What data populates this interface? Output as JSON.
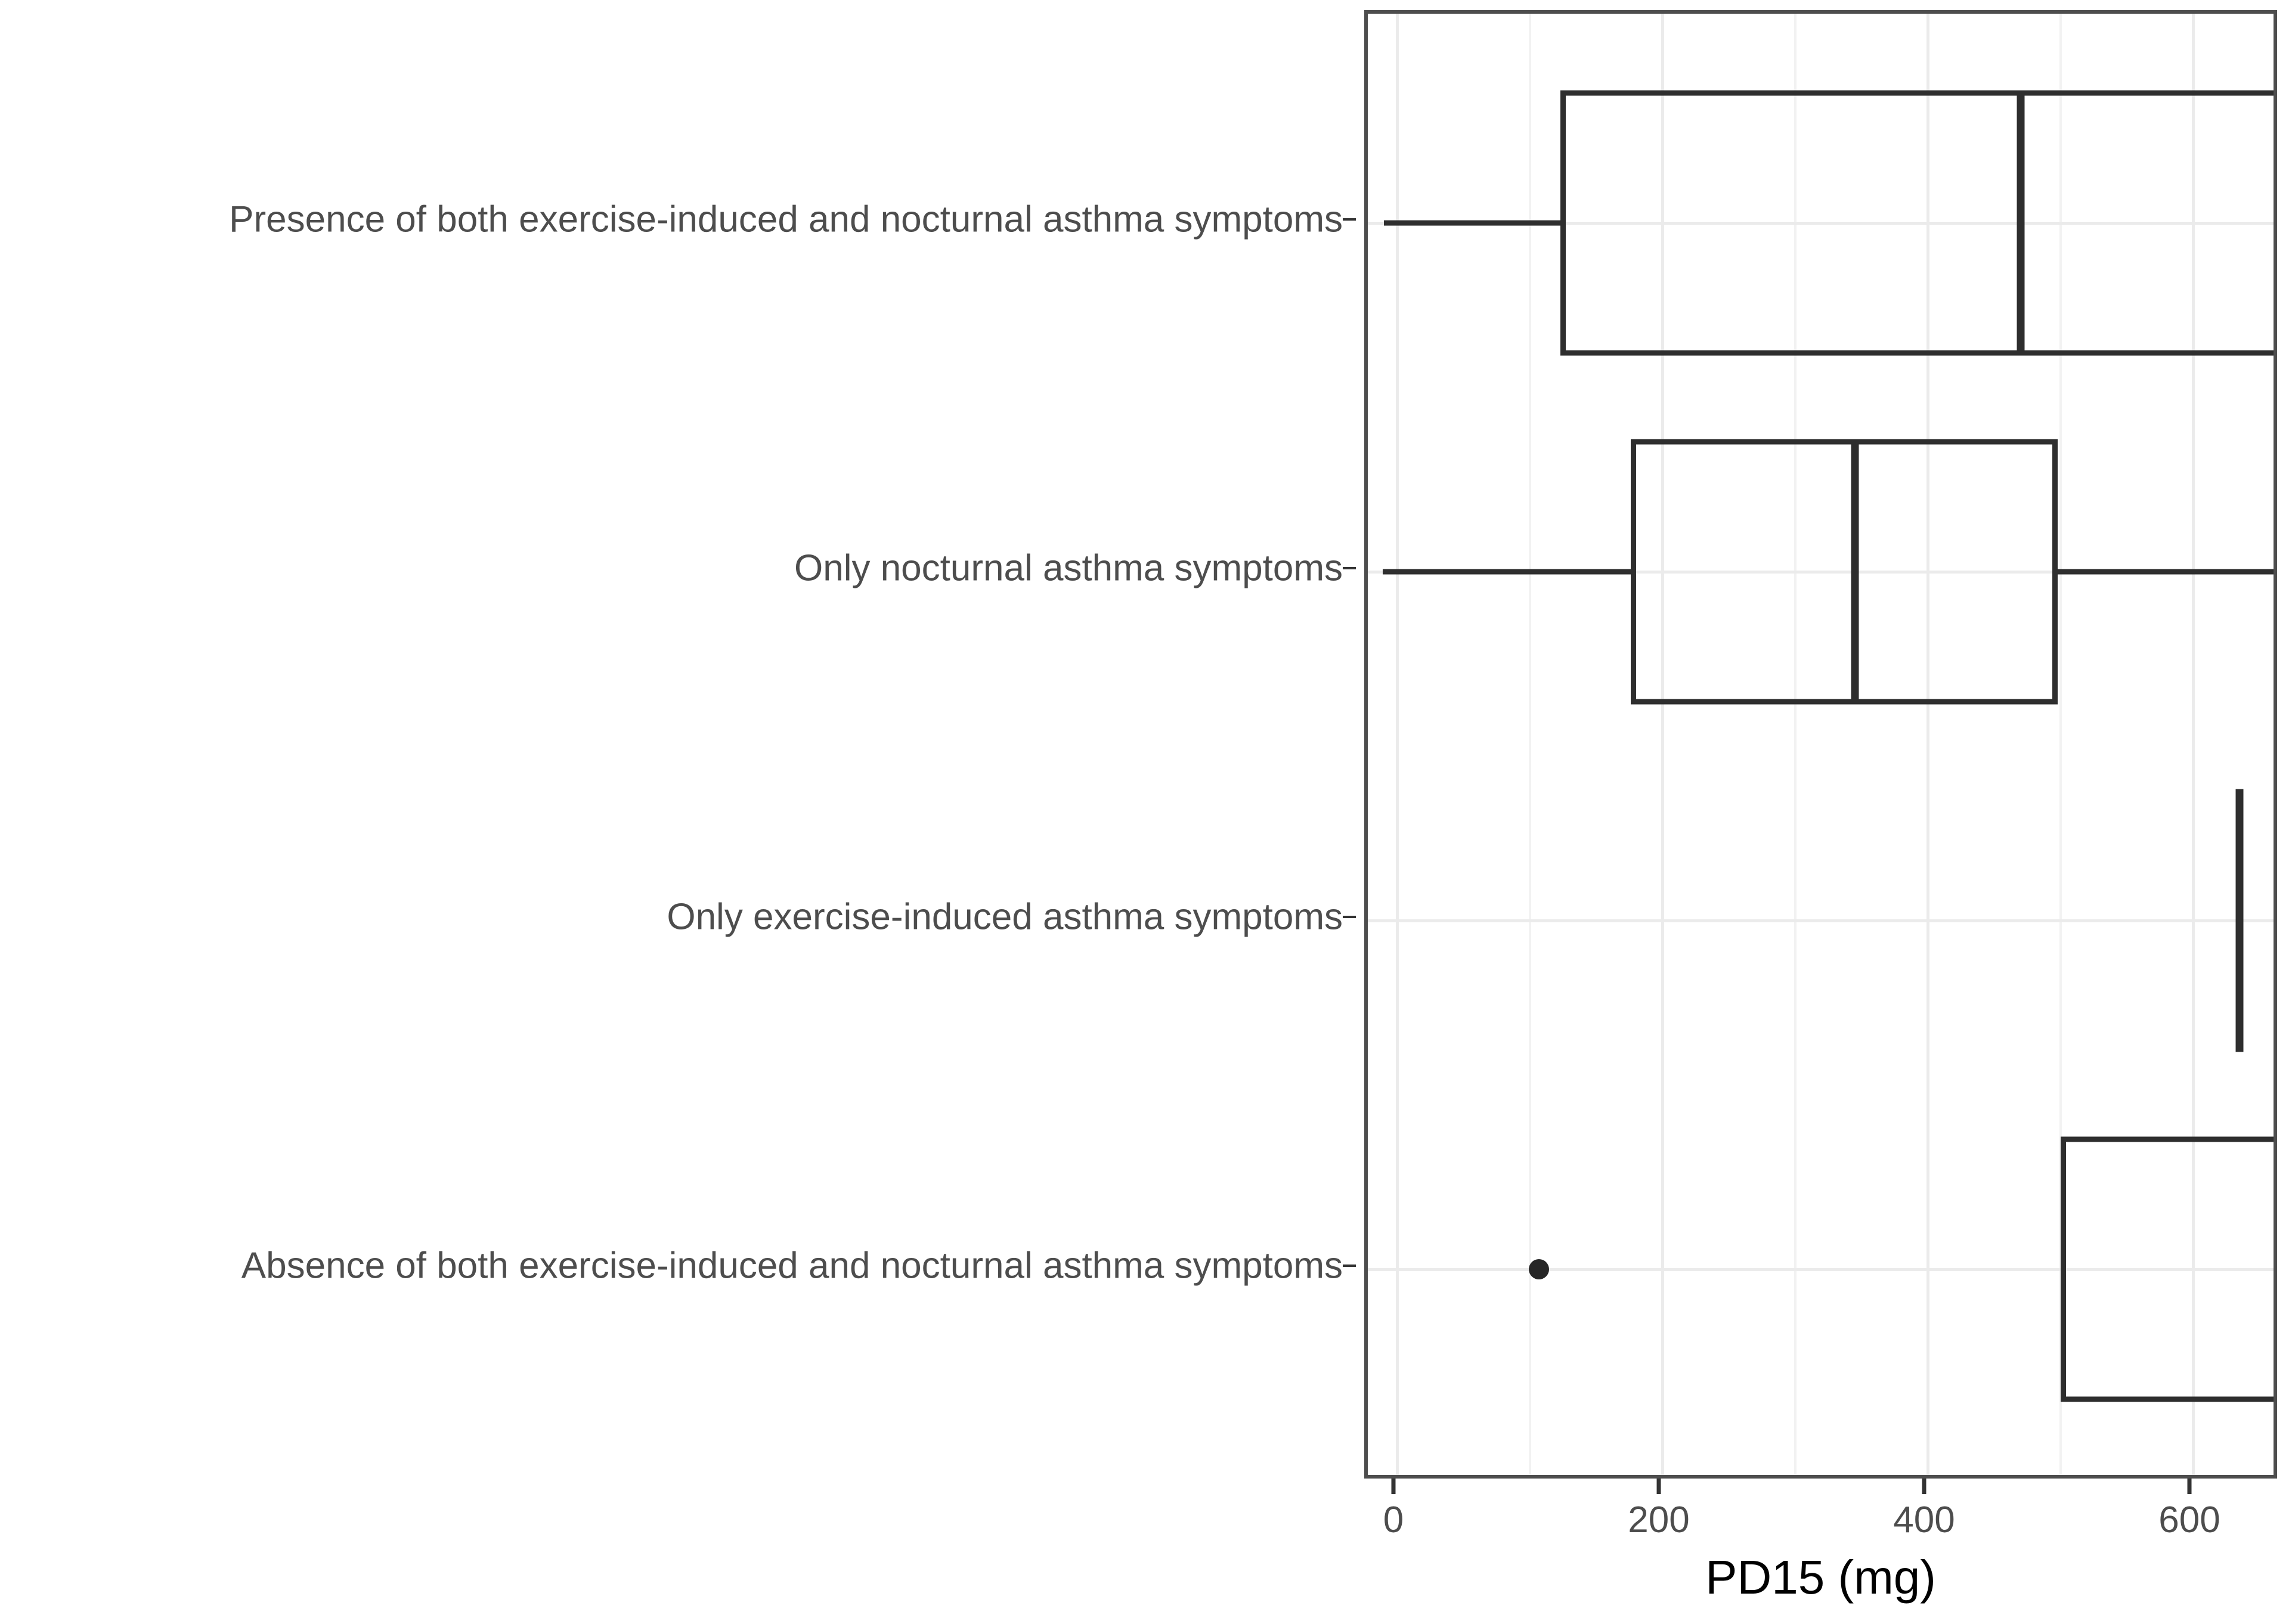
{
  "chart_data": {
    "type": "boxplot",
    "title": "",
    "subtitle": "",
    "xlabel": "PD15 (mg)",
    "ylabel": "",
    "orientation": "horizontal",
    "grid": true,
    "legend": "none",
    "xlim": [
      -22,
      666
    ],
    "x_ticks": [
      {
        "value": 0,
        "label": "0"
      },
      {
        "value": 200,
        "label": "200"
      },
      {
        "value": 400,
        "label": "400"
      },
      {
        "value": 600,
        "label": "600"
      }
    ],
    "x_minor_gridlines": [
      100,
      300,
      500
    ],
    "categories": [
      "Presence of both exercise-induced and nocturnal asthma symptoms",
      "Only nocturnal asthma symptoms",
      "Only exercise-induced asthma symptoms",
      "Absence of both exercise-induced and nocturnal asthma symptoms"
    ],
    "boxes": [
      {
        "category": "Presence of both exercise-induced and nocturnal asthma symptoms",
        "whisker_low": -10,
        "q1": 123,
        "median": 470,
        "q3": 666,
        "whisker_high": 666,
        "degenerate": false,
        "outliers": []
      },
      {
        "category": "Only nocturnal asthma symptoms",
        "whisker_low": -11,
        "q1": 176,
        "median": 345,
        "q3": 498,
        "whisker_high": 666,
        "degenerate": false,
        "outliers": []
      },
      {
        "category": "Only exercise-induced asthma symptoms",
        "whisker_low": 635,
        "q1": 635,
        "median": 635,
        "q3": 635,
        "whisker_high": 635,
        "degenerate": true,
        "outliers": []
      },
      {
        "category": "Absence of both exercise-induced and nocturnal asthma symptoms",
        "whisker_low": 500,
        "q1": 500,
        "median": null,
        "q3": 666,
        "whisker_high": 666,
        "degenerate": false,
        "outliers": [
          107
        ]
      }
    ],
    "colors": {
      "box_stroke": "#2e2e2e",
      "outlier_fill": "#262626",
      "panel_border": "#4d4d4d",
      "grid_major": "#ebebeb",
      "grid_minor": "#f2f2f2",
      "tick_label": "#4d4d4d",
      "axis_title": "#000000",
      "background": "#ffffff"
    }
  },
  "axis": {
    "x_title": "PD15 (mg)",
    "x_tick_labels": [
      "0",
      "200",
      "400",
      "600"
    ],
    "y_tick_labels": [
      "Presence of both exercise-induced and nocturnal asthma symptoms",
      "Only nocturnal asthma symptoms",
      "Only exercise-induced asthma symptoms",
      "Absence of both exercise-induced and nocturnal asthma symptoms"
    ]
  }
}
